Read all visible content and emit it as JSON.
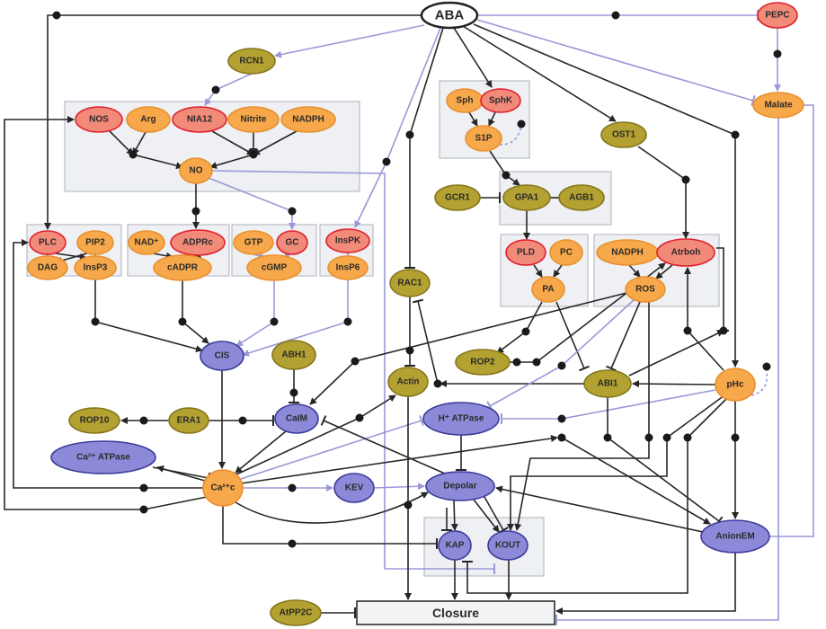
{
  "diagram": {
    "colors": {
      "orange": "#f7a84a",
      "red": "#f28a7a",
      "olive": "#b3a131",
      "purple": "#8c8ad8",
      "black_edge": "#262626",
      "purple_edge": "#9a98d8"
    },
    "nodes": {
      "ABA": "ABA",
      "PEPC": "PEPC",
      "Malate": "Malate",
      "RCN1": "RCN1",
      "NOS": "NOS",
      "Arg": "Arg",
      "NIA12": "NIA12",
      "Nitrite": "Nitrite",
      "NADPH1": "NADPH",
      "NO": "NO",
      "PLC": "PLC",
      "PIP2": "PIP2",
      "DAG": "DAG",
      "InsP3": "InsP3",
      "NAD": "NAD⁺",
      "ADPRc": "ADPRc",
      "cADPR": "cADPR",
      "GTP": "GTP",
      "GC": "GC",
      "cGMP": "cGMP",
      "InsPK": "InsPK",
      "InsP6": "InsP6",
      "Sph": "Sph",
      "SphK": "SphK",
      "S1P": "S1P",
      "OST1": "OST1",
      "GCR1": "GCR1",
      "GPA1": "GPA1",
      "AGB1": "AGB1",
      "PLD": "PLD",
      "PC": "PC",
      "PA": "PA",
      "NADPH2": "NADPH",
      "Atrboh": "Atrboh",
      "ROS": "ROS",
      "RAC1": "RAC1",
      "ROP2": "ROP2",
      "CIS": "CIS",
      "ABH1": "ABH1",
      "Actin": "Actin",
      "ABI1": "ABI1",
      "pHc": "pHc",
      "CaIM": "CaIM",
      "HATPase": "H⁺ ATPase",
      "ROP10": "ROP10",
      "ERA1": "ERA1",
      "CaATPase": "Ca²⁺ ATPase",
      "Cac": "Ca²⁺c",
      "KEV": "KEV",
      "Depolar": "Depolar",
      "KAP": "KAP",
      "KOUT": "KOUT",
      "AnionEM": "AnionEM",
      "AtPP2C": "AtPP2C",
      "Closure": "Closure"
    }
  }
}
